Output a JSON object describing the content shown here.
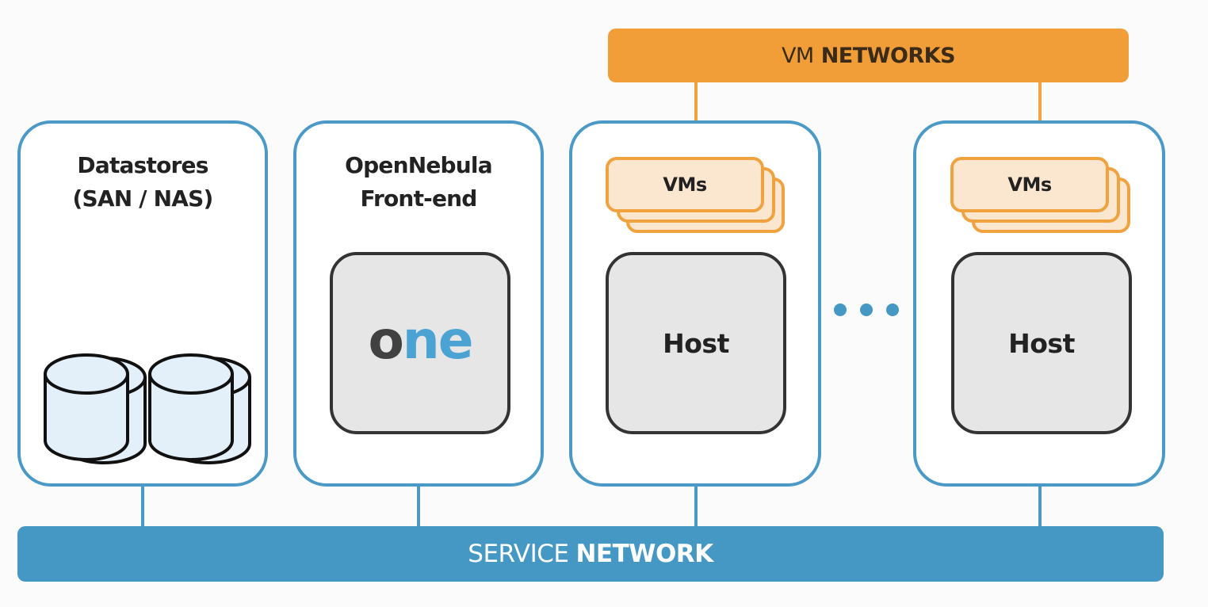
{
  "vm_networks": {
    "prefix": "VM",
    "strong": "NETWORKS"
  },
  "service_network": {
    "prefix": "SERVICE",
    "strong": "NETWORK"
  },
  "datastores": {
    "title_line1": "Datastores",
    "title_line2": "(SAN / NAS)"
  },
  "frontend": {
    "title_line1": "OpenNebula",
    "title_line2": "Front-end",
    "logo_part1": "o",
    "logo_part2": "ne"
  },
  "hosts": [
    {
      "vms_label": "VMs",
      "host_label": "Host"
    },
    {
      "vms_label": "VMs",
      "host_label": "Host"
    }
  ],
  "colors": {
    "vm_network": "#f19d38",
    "service_network": "#4597c4",
    "panel_border": "#4a99c7",
    "vm_card_fill": "#fbe6cf",
    "vm_card_border": "#f0a23f",
    "inner_box_fill": "#e6e6e6",
    "logo_dark": "#414141",
    "logo_blue": "#4aa3d3"
  }
}
